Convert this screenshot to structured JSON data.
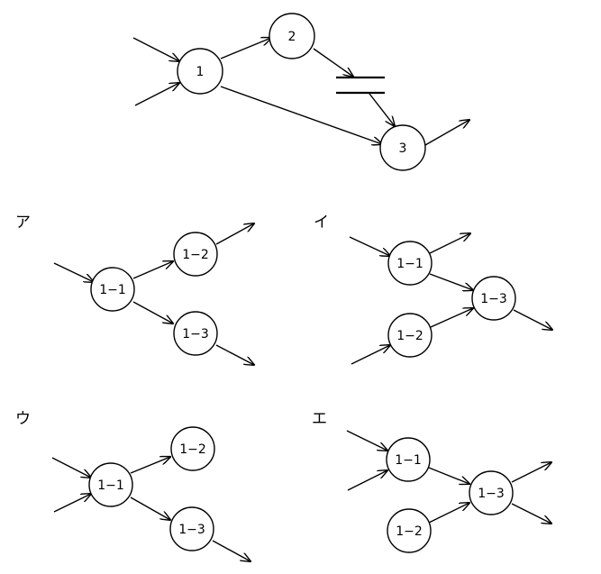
{
  "main_graph": {
    "nodes": [
      {
        "id": "1",
        "label": "1"
      },
      {
        "id": "2",
        "label": "2"
      },
      {
        "id": "3",
        "label": "3"
      }
    ]
  },
  "options": [
    {
      "key": "a",
      "label": "ア",
      "nodes": [
        {
          "id": "1-1",
          "label": "1−1"
        },
        {
          "id": "1-2",
          "label": "1−2"
        },
        {
          "id": "1-3",
          "label": "1−3"
        }
      ]
    },
    {
      "key": "i",
      "label": "イ",
      "nodes": [
        {
          "id": "1-1",
          "label": "1−1"
        },
        {
          "id": "1-2",
          "label": "1−2"
        },
        {
          "id": "1-3",
          "label": "1−3"
        }
      ]
    },
    {
      "key": "u",
      "label": "ウ",
      "nodes": [
        {
          "id": "1-1",
          "label": "1−1"
        },
        {
          "id": "1-2",
          "label": "1−2"
        },
        {
          "id": "1-3",
          "label": "1−3"
        }
      ]
    },
    {
      "key": "e",
      "label": "エ",
      "nodes": [
        {
          "id": "1-1",
          "label": "1−1"
        },
        {
          "id": "1-2",
          "label": "1−2"
        },
        {
          "id": "1-3",
          "label": "1−3"
        }
      ]
    }
  ]
}
